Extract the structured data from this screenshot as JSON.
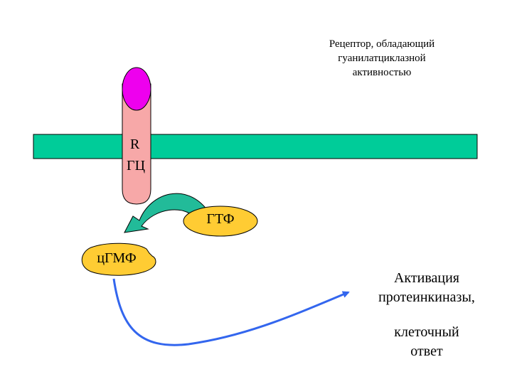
{
  "caption": {
    "line1": "Рецептор, обладающий",
    "line2": "гуанилатциклазной",
    "line3": "активностью"
  },
  "receptor": {
    "label_r": "R",
    "label_gc": "ГЦ"
  },
  "substrate": {
    "label": "ГТФ"
  },
  "product": {
    "label": "цГМФ"
  },
  "result": {
    "line1": "Активация",
    "line2": "протеинкиназы,",
    "line3": "клеточный",
    "line4": "ответ"
  },
  "colors": {
    "membrane": "#00cc99",
    "receptor_body": "#f7a8a8",
    "receptor_head": "#ee00ee",
    "molecule_fill": "#ffcc33",
    "curved_arrow": "#22bb99",
    "signal_arrow": "#3366ee"
  }
}
